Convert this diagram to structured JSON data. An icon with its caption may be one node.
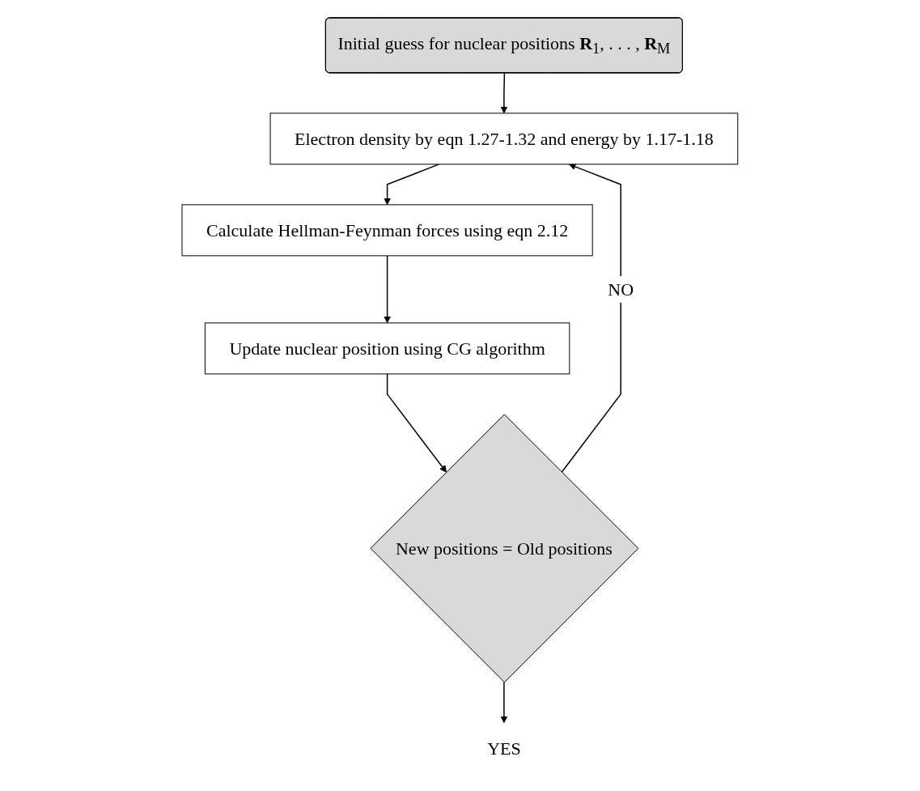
{
  "diagram": {
    "nodes": [
      {
        "text": [
          "Initial guess for nuclear positions **R**$_{1}$, . . . , **R**$_{M}$"
        ]
      },
      {
        "text": [
          "Electron density by eqn 1.27-1.32 and energy by 1.17-1.18"
        ]
      },
      {
        "text": [
          "Calculate Hellman-Feynman forces using eqn 2.12"
        ]
      },
      {
        "text": [
          "Update nuclear position using CG algorithm"
        ]
      },
      {
        "text": [
          "New positions = Old positions"
        ]
      },
      {
        "text": [
          "YES"
        ]
      }
    ],
    "edges": [
      {
        "from": 0,
        "to": 1,
        "arrow": "to"
      },
      {
        "from": 1,
        "to": 2,
        "arrow": "to"
      },
      {
        "from": 2,
        "to": 3,
        "arrow": "to"
      },
      {
        "from": 3,
        "to": 4,
        "arrow": "to"
      },
      {
        "from": 4,
        "to": 1,
        "arrow": "to",
        "label": "NO"
      },
      {
        "from": 4,
        "to": 5,
        "arrow": "to"
      }
    ]
  }
}
